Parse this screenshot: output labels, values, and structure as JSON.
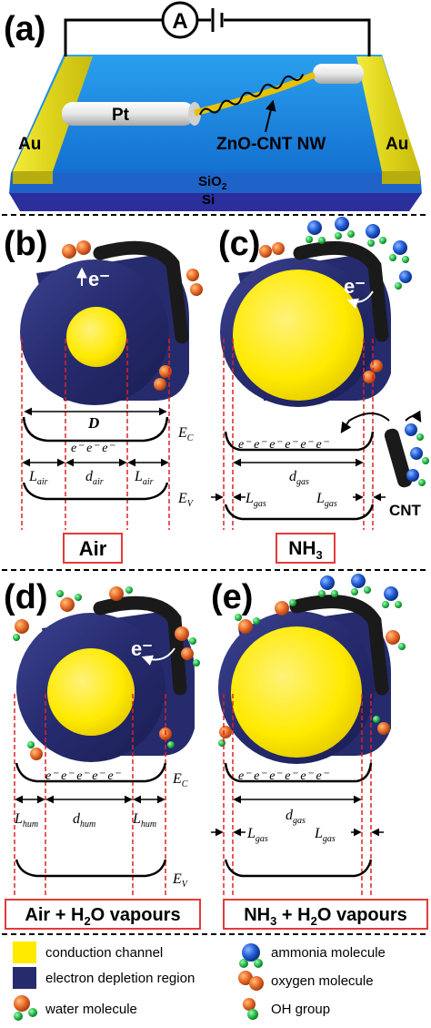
{
  "panels": {
    "a": {
      "label": "(a)",
      "ammeter": "A",
      "pt": "Pt",
      "au_left": "Au",
      "au_right": "Au",
      "nanowire": "ZnO-CNT NW",
      "sio2_base": "SiO",
      "sio2_sub": "2",
      "si": "Si"
    },
    "b": {
      "label": "(b)",
      "electron": "e⁻",
      "D": "D",
      "electrons": "e⁻ e⁻ e⁻",
      "l_left_base": "L",
      "l_left_sub": "air",
      "d_base": "d",
      "d_sub": "air",
      "l_right_base": "L",
      "l_right_sub": "air",
      "ec_base": "E",
      "ec_sub": "C",
      "ev_base": "E",
      "ev_sub": "V",
      "box_title": "Air"
    },
    "c": {
      "label": "(c)",
      "electron": "e⁻",
      "electrons": "e⁻ e⁻ e⁻ e⁻ e⁻ e⁻",
      "d_base": "d",
      "d_sub": "gas",
      "l_left_base": "L",
      "l_left_sub": "gas",
      "l_right_base": "L",
      "l_right_sub": "gas",
      "cnt": "CNT",
      "box_base": "NH",
      "box_sub": "3"
    },
    "d": {
      "label": "(d)",
      "electron": "e⁻",
      "electrons": "e⁻ e⁻ e⁻ e⁻ e⁻",
      "l_left_base": "L",
      "l_left_sub": "hum",
      "d_base": "d",
      "d_sub": "hum",
      "l_right_base": "L",
      "l_right_sub": "hum",
      "ec_base": "E",
      "ec_sub": "C",
      "ev_base": "E",
      "ev_sub": "V",
      "box_pre": "Air + H",
      "box_sub": "2",
      "box_post": "O vapours"
    },
    "e": {
      "label": "(e)",
      "electrons": "e⁻ e⁻ e⁻ e⁻ e⁻ e⁻",
      "d_base": "d",
      "d_sub": "gas",
      "l_left_base": "L",
      "l_left_sub": "gas",
      "l_right_base": "L",
      "l_right_sub": "gas",
      "box_pre": "NH",
      "box_sub": "3",
      "box_post": " + H",
      "box_sub2": "2",
      "box_post2": "O vapours"
    }
  },
  "legend": {
    "conduction": "conduction channel",
    "depletion": "electron depletion region",
    "water": "water molecule",
    "ammonia": "ammonia molecule",
    "oxygen": "oxygen molecule",
    "oh": "OH group"
  },
  "colors": {
    "conduction_channel": "#ffea00",
    "depletion_region": "#262b6e",
    "oxygen": "#e8692a",
    "ammonia_n": "#1f5bd6",
    "hydrogen": "#27c24c",
    "cnt": "#1a1a1a",
    "box_border": "#e33b3b",
    "guide_line": "#e02020"
  }
}
